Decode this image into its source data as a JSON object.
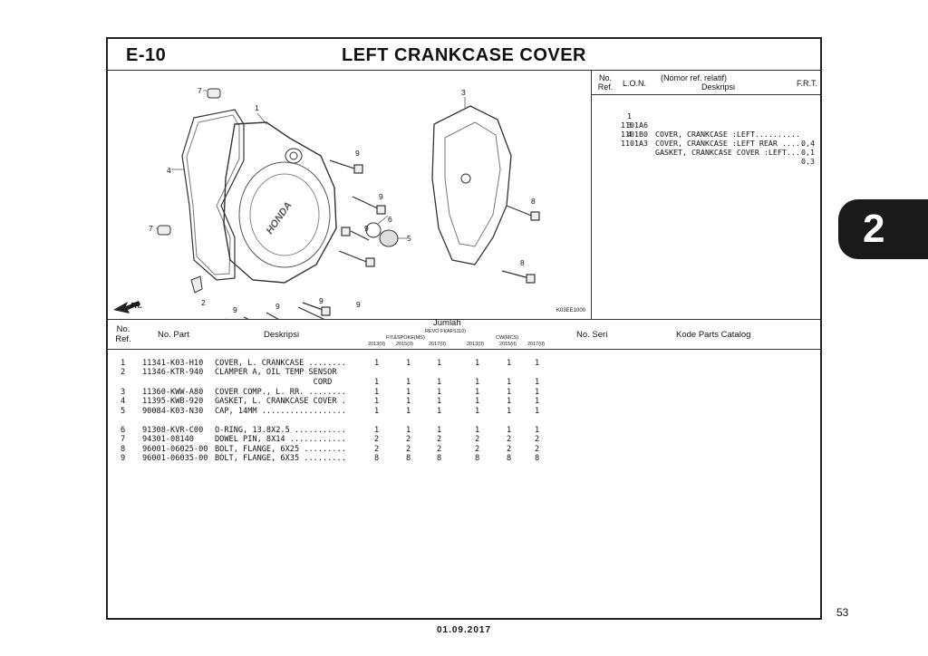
{
  "header": {
    "section_code": "E-10",
    "title": "LEFT CRANKCASE COVER"
  },
  "diagram": {
    "reference_code": "K03EE1000",
    "front_label": "FR.",
    "brand_text": "HONDA",
    "callouts": [
      "7",
      "1",
      "4",
      "7",
      "2",
      "9",
      "9",
      "9",
      "9",
      "9",
      "9",
      "9",
      "6",
      "5",
      "3",
      "8",
      "8"
    ]
  },
  "lon_table": {
    "headers": {
      "no_ref": "No. Ref.",
      "lon": "L.O.N.",
      "desc_top": "(Nomor ref. relatif)",
      "desc": "Deskripsi",
      "frt": "F.R.T."
    },
    "rows": [
      {
        "ref": "1",
        "lon": "1101A6",
        "desc": "COVER, CRANKCASE :LEFT..........",
        "frt": "0,4"
      },
      {
        "ref": "3",
        "lon": "1101B0",
        "desc": "COVER, CRANKCASE :LEFT REAR .....",
        "frt": "0,1"
      },
      {
        "ref": "4",
        "lon": "1101A3",
        "desc": "GASKET, CRANKCASE COVER :LEFT...",
        "frt": "0,3"
      }
    ]
  },
  "parts_table": {
    "headers": {
      "no_ref": "No. Ref.",
      "part_no": "No. Part",
      "desc": "Deskripsi",
      "qty": "Jumlah",
      "variant": "REVO FI(AFS110)",
      "group_fit": "FIT&SPOKE(MS)",
      "group_cw": "CW(MCS)",
      "years": [
        "2013(II)",
        "2015(II)",
        "2017(II)",
        "2013(II)",
        "2015(II)",
        "2017(II)"
      ],
      "serial": "No. Seri",
      "catalog": "Kode Parts Catalog"
    },
    "rows": [
      {
        "ref": "1",
        "part": "11341-K03-H10",
        "desc": "COVER, L. CRANKCASE ........",
        "qty": [
          "1",
          "1",
          "1",
          "1",
          "1",
          "1"
        ]
      },
      {
        "ref": "2",
        "part": "11346-KTR-940",
        "desc": "CLAMPER A, OIL TEMP SENSOR",
        "qty": [
          "",
          "",
          "",
          "",
          "",
          ""
        ]
      },
      {
        "ref": "",
        "part": "",
        "desc": "                     CORD",
        "qty": [
          "1",
          "1",
          "1",
          "1",
          "1",
          "1"
        ]
      },
      {
        "ref": "3",
        "part": "11360-KWW-A80",
        "desc": "COVER COMP., L. RR. ........",
        "qty": [
          "1",
          "1",
          "1",
          "1",
          "1",
          "1"
        ]
      },
      {
        "ref": "4",
        "part": "11395-KWB-920",
        "desc": "GASKET, L. CRANKCASE COVER .",
        "qty": [
          "1",
          "1",
          "1",
          "1",
          "1",
          "1"
        ]
      },
      {
        "ref": "5",
        "part": "90084-K03-N30",
        "desc": "CAP, 14MM ..................",
        "qty": [
          "1",
          "1",
          "1",
          "1",
          "1",
          "1"
        ]
      },
      {
        "ref": "6",
        "part": "91308-KVR-C00",
        "desc": "O-RING, 13.8X2.5 ...........",
        "qty": [
          "1",
          "1",
          "1",
          "1",
          "1",
          "1"
        ]
      },
      {
        "ref": "7",
        "part": "94301-08140",
        "desc": "DOWEL PIN, 8X14 ............",
        "qty": [
          "2",
          "2",
          "2",
          "2",
          "2",
          "2"
        ]
      },
      {
        "ref": "8",
        "part": "96001-06025-00",
        "desc": "BOLT, FLANGE, 6X25 .........",
        "qty": [
          "2",
          "2",
          "2",
          "2",
          "2",
          "2"
        ]
      },
      {
        "ref": "9",
        "part": "96001-06035-00",
        "desc": "BOLT, FLANGE, 6X35 .........",
        "qty": [
          "8",
          "8",
          "8",
          "8",
          "8",
          "8"
        ]
      }
    ]
  },
  "section_tab": "2",
  "page_number": "53",
  "footer_date": "01.09.2017",
  "colors": {
    "tab_bg": "#1a1a1a",
    "line": "#222222"
  }
}
